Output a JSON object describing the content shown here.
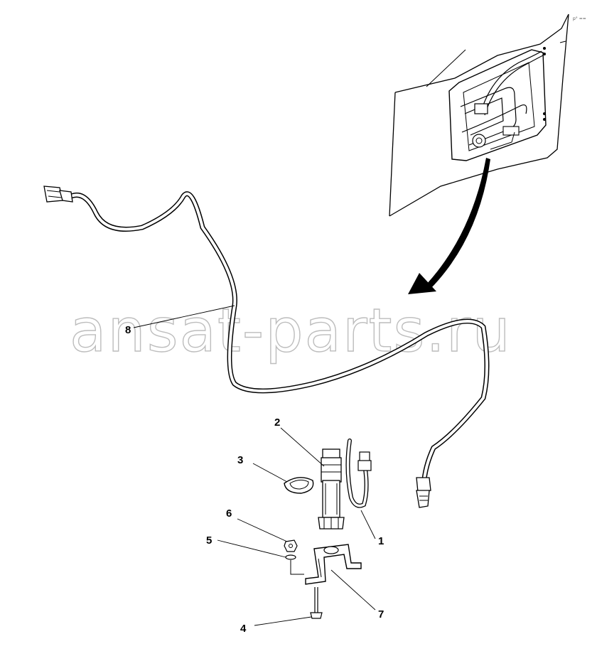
{
  "watermark": "ansat-parts.ru",
  "corner_mark": "р° ==",
  "callouts": [
    {
      "id": "callout-1",
      "text": "1"
    },
    {
      "id": "callout-2",
      "text": "2"
    },
    {
      "id": "callout-3",
      "text": "3"
    },
    {
      "id": "callout-4",
      "text": "4"
    },
    {
      "id": "callout-5",
      "text": "5"
    },
    {
      "id": "callout-6",
      "text": "6"
    },
    {
      "id": "callout-7",
      "text": "7"
    },
    {
      "id": "callout-8",
      "text": "8"
    }
  ],
  "icons": {
    "arrow": "curved-arrow-icon",
    "cable": "wiring-harness-icon"
  }
}
